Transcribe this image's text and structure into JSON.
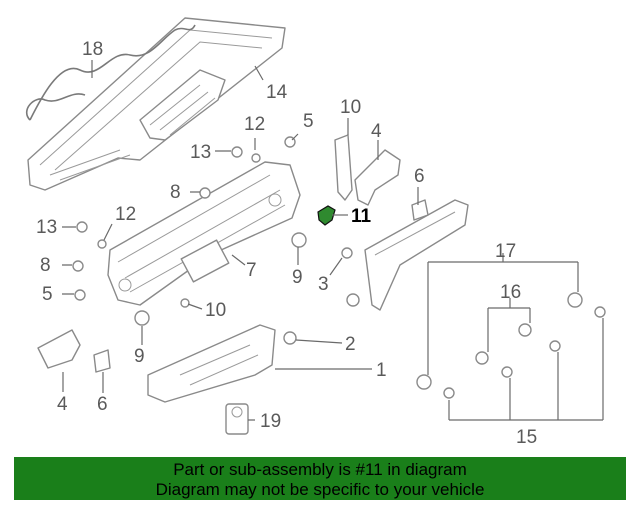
{
  "diagram": {
    "callouts": {
      "c18": "18",
      "c14": "14",
      "c12a": "12",
      "c5a": "5",
      "c13a": "13",
      "c10a": "10",
      "c4a": "4",
      "c8a": "8",
      "c6a": "6",
      "c11": "11",
      "c13b": "13",
      "c12b": "12",
      "c8b": "8",
      "c7": "7",
      "c9a": "9",
      "c3": "3",
      "c17": "17",
      "c5b": "5",
      "c10b": "10",
      "c16": "16",
      "c9b": "9",
      "c2": "2",
      "c1": "1",
      "c4b": "4",
      "c6b": "6",
      "c19": "19",
      "c15": "15"
    },
    "highlighted_part": "11",
    "highlight_color": "#2f8a2f"
  },
  "banner": {
    "line1": "Part or sub-assembly is #11 in diagram",
    "line2": "Diagram may not be specific to your vehicle",
    "background": "#1a7f1a"
  }
}
